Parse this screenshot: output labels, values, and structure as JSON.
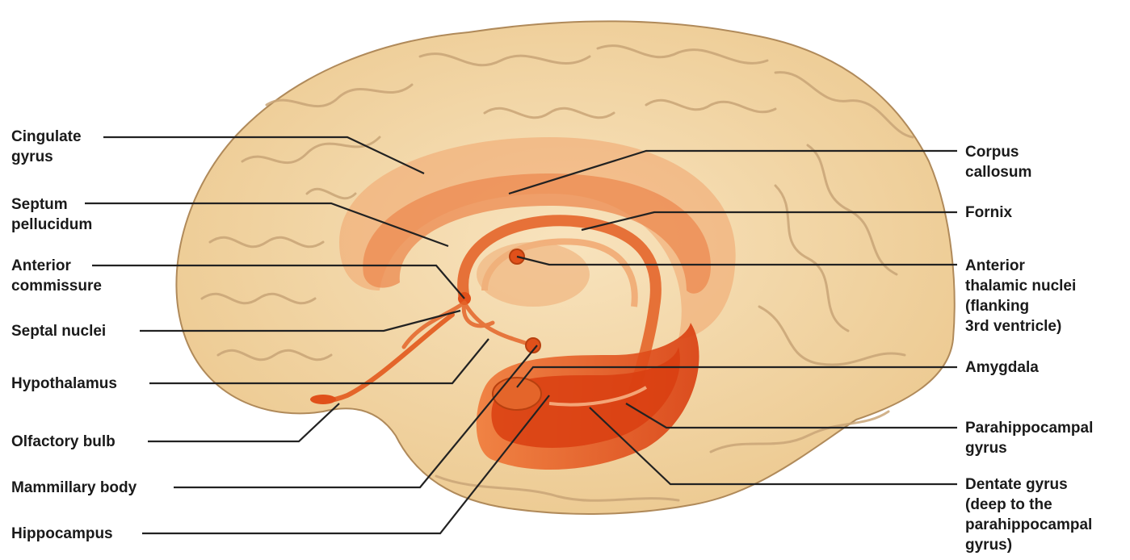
{
  "labels_left": [
    "Cingulate\ngyrus",
    "Septum\npellucidum",
    "Anterior\ncommissure",
    "Septal nuclei",
    "Hypothalamus",
    "Olfactory bulb",
    "Mammillary body",
    "Hippocampus"
  ],
  "labels_right": [
    "Corpus\ncallosum",
    "Fornix",
    "Anterior\nthalamic nuclei\n(flanking\n3rd ventricle)",
    "Amygdala",
    "Parahippocampal\ngyrus",
    "Dentate gyrus\n(deep to the\nparahippocampal\ngyrus)"
  ],
  "colors": {
    "brain_fill": "#f3d6a8",
    "brain_outline": "#b08a5a",
    "gyri_line": "#c9a577",
    "limbic_light": "#f0a46c",
    "limbic_deep": "#e0501a",
    "leader_line": "#222222",
    "label_text": "#1a1a1a"
  }
}
